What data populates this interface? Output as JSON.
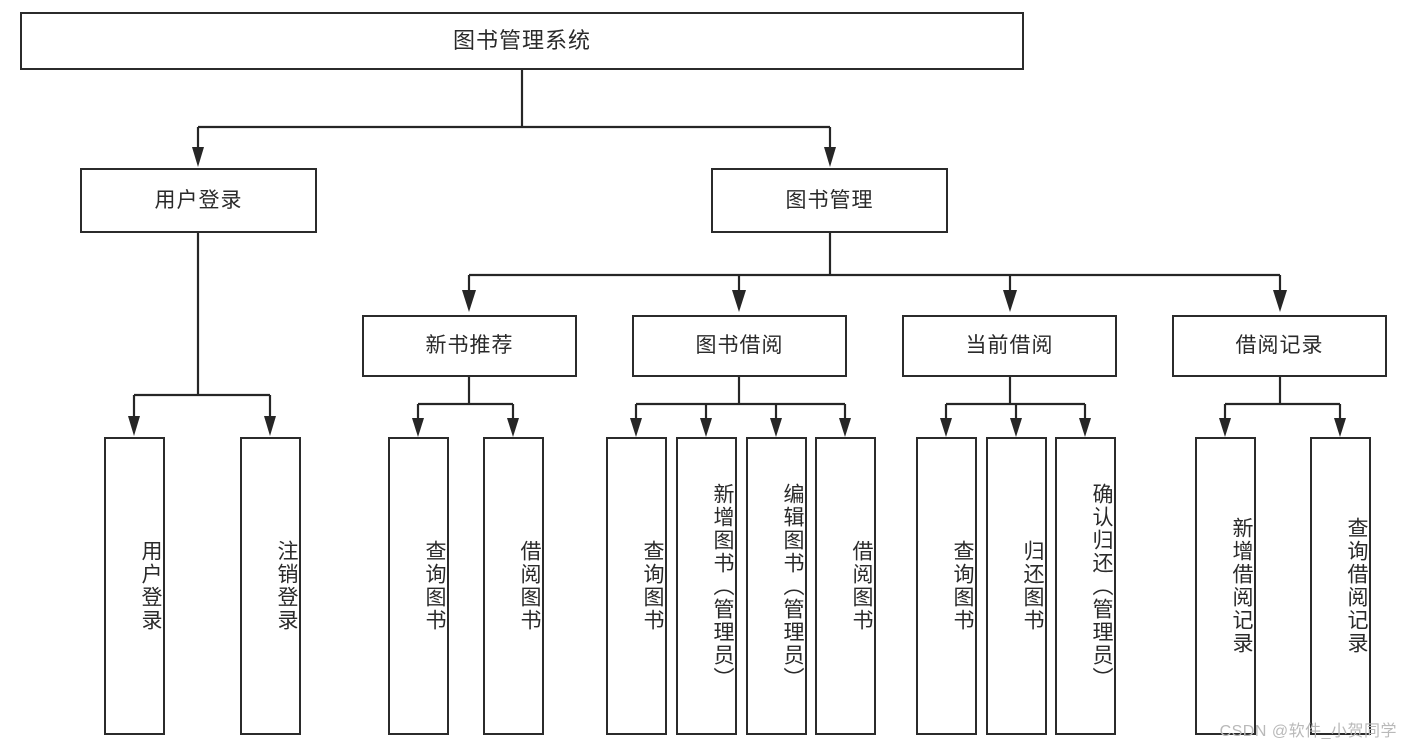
{
  "diagram": {
    "title": "图书管理系统",
    "type": "hierarchy-tree",
    "watermark": "CSDN @软件_小贺同学",
    "colors": {
      "stroke": "#2b2b2b",
      "background": "#ffffff",
      "text": "#2a2a2a",
      "watermark": "#b9b9b9"
    },
    "levels": {
      "root": {
        "label": "图书管理系统"
      },
      "level2": [
        {
          "id": "user-login",
          "label": "用户登录"
        },
        {
          "id": "book-manage",
          "label": "图书管理"
        }
      ],
      "level3": [
        {
          "id": "new-book-recommend",
          "label": "新书推荐",
          "parent": "book-manage"
        },
        {
          "id": "book-borrow",
          "label": "图书借阅",
          "parent": "book-manage"
        },
        {
          "id": "current-borrow",
          "label": "当前借阅",
          "parent": "book-manage"
        },
        {
          "id": "borrow-record",
          "label": "借阅记录",
          "parent": "book-manage"
        }
      ],
      "leaves": [
        {
          "id": "leaf-user-login",
          "label": "用户登录",
          "parent": "user-login"
        },
        {
          "id": "leaf-logout",
          "label": "注销登录",
          "parent": "user-login"
        },
        {
          "id": "leaf-query-book-1",
          "label": "查询图书",
          "parent": "new-book-recommend"
        },
        {
          "id": "leaf-borrow-book-1",
          "label": "借阅图书",
          "parent": "new-book-recommend"
        },
        {
          "id": "leaf-query-book-2",
          "label": "查询图书",
          "parent": "book-borrow"
        },
        {
          "id": "leaf-add-book",
          "label": "新增图书（管理员）",
          "parent": "book-borrow"
        },
        {
          "id": "leaf-edit-book",
          "label": "编辑图书（管理员）",
          "parent": "book-borrow"
        },
        {
          "id": "leaf-borrow-book-2",
          "label": "借阅图书",
          "parent": "book-borrow"
        },
        {
          "id": "leaf-query-book-3",
          "label": "查询图书",
          "parent": "current-borrow"
        },
        {
          "id": "leaf-return-book",
          "label": "归还图书",
          "parent": "current-borrow"
        },
        {
          "id": "leaf-confirm-return",
          "label": "确认归还（管理员）",
          "parent": "current-borrow"
        },
        {
          "id": "leaf-add-record",
          "label": "新增借阅记录",
          "parent": "borrow-record"
        },
        {
          "id": "leaf-query-record",
          "label": "查询借阅记录",
          "parent": "borrow-record"
        }
      ]
    }
  }
}
